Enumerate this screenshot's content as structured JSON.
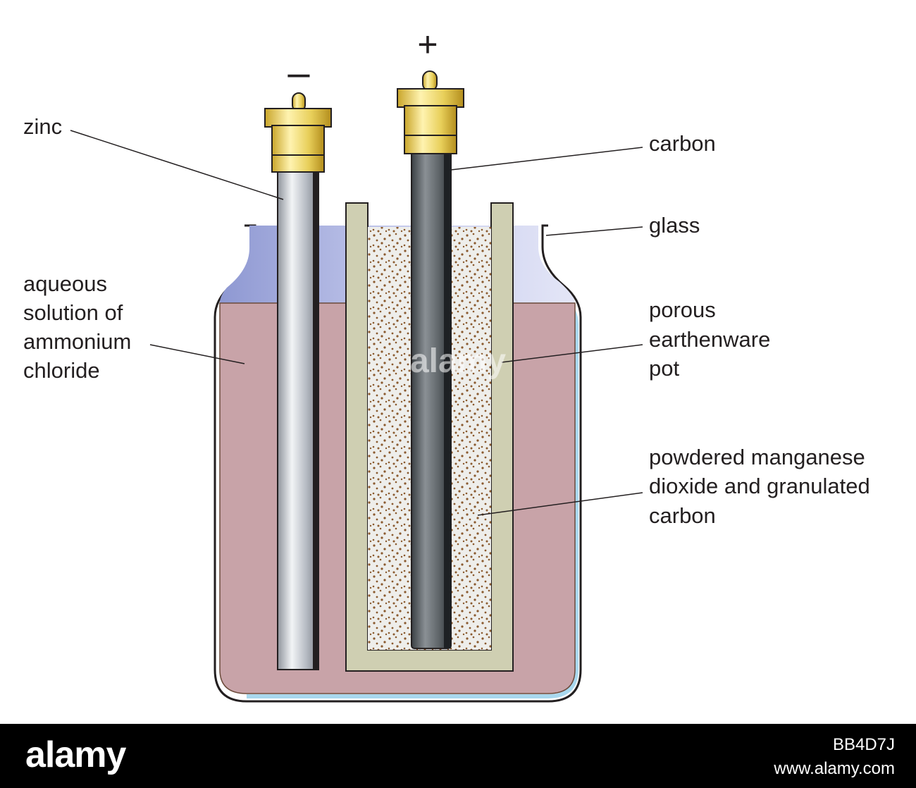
{
  "diagram": {
    "labels": {
      "zinc": "zinc",
      "carbon_rod": "carbon",
      "glass": "glass",
      "solution_line1": "aqueous",
      "solution_line2": "solution of",
      "solution_line3": "ammonium",
      "solution_line4": "chloride",
      "pot_line1": "porous",
      "pot_line2": "earthenware",
      "pot_line3": "pot",
      "mix_line1": "powdered manganese",
      "mix_line2": "dioxide and granulated",
      "mix_line3": "carbon"
    },
    "terminals": {
      "negative": "–",
      "positive": "+"
    },
    "colors": {
      "solution": "#c8a3a8",
      "air_gap": "#9aa3d6",
      "glass_edge": "#a9d8ee",
      "pot": "#cfcfb2",
      "powder": "#eeeeeb",
      "powder_dots": "#8a5a2e",
      "zinc_rod": "#b9bec6",
      "carbon_rod": "#5e6468",
      "brass_cap": "#e8cf5a"
    }
  },
  "watermark": {
    "text": "alamy",
    "id": "BB4D7J",
    "url": "www.alamy.com"
  }
}
